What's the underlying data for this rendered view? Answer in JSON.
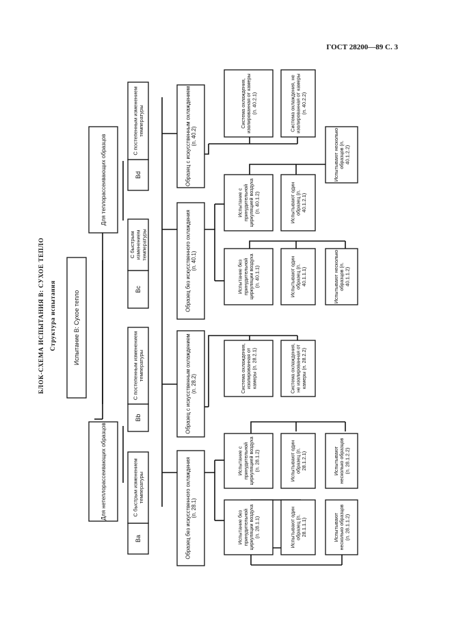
{
  "header": {
    "standard": "ГОСТ 28200—89 С. 3"
  },
  "side": {
    "title": "БЛОК-СХЕМА ИСПЫТАНИЯ В: СУХОЕ ТЕПЛО",
    "subtitle": "Структура испытания"
  },
  "nodes": {
    "root": "Испытание В: Сухое тепло",
    "non_heat": "Для нетеплорассеивающих образцов",
    "heat": "Для теплорассеивающих образцов",
    "Ba_code": "Ba",
    "Ba_label": "С быстрым изменением температуры",
    "Bb_code": "Bb",
    "Bb_label": "С постепенным изменением температуры",
    "Bc_code": "Bc",
    "Bc_label": "С быстрым изменением температуры",
    "Bd_code": "Bd",
    "Bd_label": "С постепенным изменением температуры",
    "s281": "Образец без искусственного охлаждения (п. 28.1)",
    "s282": "Образец с искусственным охлаждением (п. 28.2)",
    "s401": "Образец без искусственного охлаждения (п. 40.1)",
    "s402": "Образец с искусственным охлаждением (п. 40.2)",
    "l2811": "Испытание без принудительной циркуляции воздуха (п. 28.1.1)",
    "l2812": "Испытание с принудительной циркуляцией воздуха (п. 28.1.2)",
    "l28111": "Испытывают один образец (п. 28.1.1.1)",
    "l28112": "Испытывают несколько образцов (п. 28.1.1.2)",
    "l28121": "Испытывают один образец (п. 28.1.2.1)",
    "l28122": "Испытывают несколько образцов (п. 28.1.2.2)",
    "l2821": "Система охлаждения, изолированная от камеры (п. 28.2.1)",
    "l2822": "Система охлаждения, не изолированная от камеры (п. 28.2.2)",
    "l4011": "Испытание без принудительной циркуляции воздуха (п. 40.1.1)",
    "l4012": "Испытание с принудительной циркуляцией воздуха (п. 40.1.2)",
    "l40111": "Испытывают один образец (п. 40.1.1.1)",
    "l40112": "Испытывают несколько образцов (п. 40.1.1.2)",
    "l40121": "Испытывают один образец (п. 40.1.2.1)",
    "l40122": "Испытывают несколько образцов (п. 40.1.2.2)",
    "l4021": "Система охлаждения, изолированная от камеры (п. 40.2.1)",
    "l4022": "Система охлаждения, не изолированная от камеры (п. 40.2.2)"
  }
}
